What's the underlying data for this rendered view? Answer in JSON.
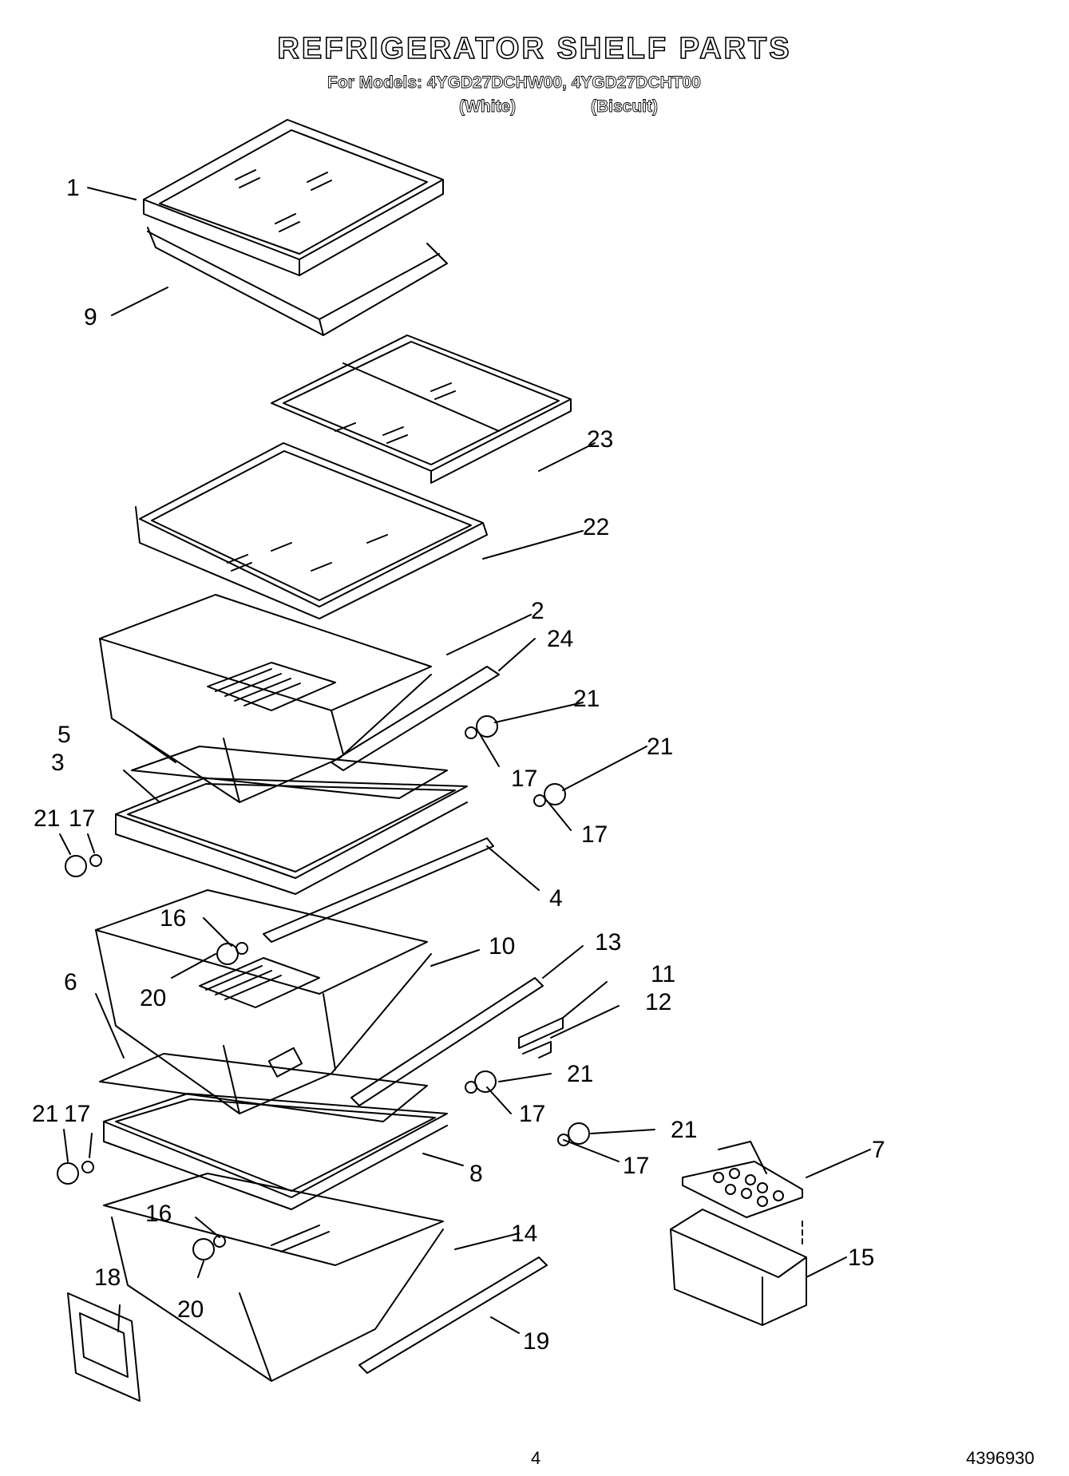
{
  "title": "REFRIGERATOR SHELF PARTS",
  "models_line": "For Models: 4YGD27DCHW00, 4YGD27DCHT00",
  "variants": [
    "(White)",
    "(Biscuit)"
  ],
  "callouts": [
    "1",
    "9",
    "23",
    "22",
    "2",
    "24",
    "21",
    "5",
    "3",
    "21",
    "17",
    "17",
    "21",
    "17",
    "4",
    "16",
    "10",
    "13",
    "11",
    "12",
    "20",
    "6",
    "21",
    "21",
    "17",
    "17",
    "21",
    "17",
    "7",
    "8",
    "16",
    "14",
    "15",
    "18",
    "20",
    "19"
  ],
  "page_number": "4",
  "document_number": "4396930"
}
